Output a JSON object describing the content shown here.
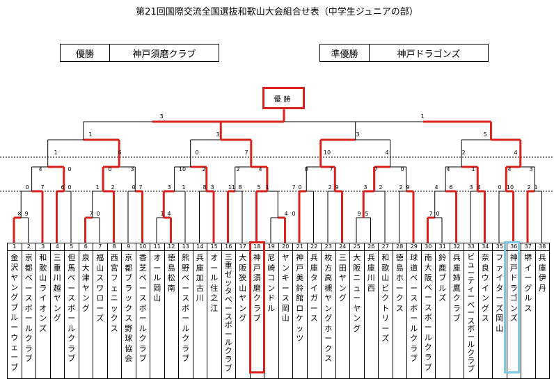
{
  "title": "第21回国際交流全国選抜和歌山大会組合せ表（中学生ジュニアの部）",
  "results": {
    "winner_label": "優勝",
    "winner_team": "神戸須磨クラブ",
    "runner_label": "準優勝",
    "runner_team": "神戸ドラゴンズ"
  },
  "champion_box": "優勝",
  "colors": {
    "winner_path": "#d9211d",
    "runner_highlight": "#7ec8ea",
    "line": "#000000"
  },
  "teams": [
    {
      "no": "1",
      "name": "金沢ヤングブルーウェーブ"
    },
    {
      "no": "2",
      "name": "京都ベースボールクラブ"
    },
    {
      "no": "3",
      "name": "和歌山ライオンズ"
    },
    {
      "no": "4",
      "name": "三重川越ヤング"
    },
    {
      "no": "5",
      "name": "但馬ベースボールクラブ"
    },
    {
      "no": "6",
      "name": "泉大津ヤング"
    },
    {
      "no": "7",
      "name": "福山スワローズ"
    },
    {
      "no": "8",
      "name": "西宮フェニックス"
    },
    {
      "no": "9",
      "name": "京都ブラックス野球協会"
    },
    {
      "no": "10",
      "name": "香芝ベースボールクラブ"
    },
    {
      "no": "11",
      "name": "オール岡山"
    },
    {
      "no": "12",
      "name": "徳島松南"
    },
    {
      "no": "13",
      "name": "熊野ベースボールクラブ"
    },
    {
      "no": "14",
      "name": "兵庫加古川"
    },
    {
      "no": "15",
      "name": "オール住之江"
    },
    {
      "no": "16",
      "name": "三重ゼッタベースボールクラブ"
    },
    {
      "no": "17",
      "name": "大阪狭山ヤング"
    },
    {
      "no": "18",
      "name": "神戸須磨クラブ"
    },
    {
      "no": "19",
      "name": "尼崎コンドル"
    },
    {
      "no": "20",
      "name": "ヤンキース岡山"
    },
    {
      "no": "21",
      "name": "神戸美鈴館ロケッツ"
    },
    {
      "no": "22",
      "name": "兵庫タイガース"
    },
    {
      "no": "23",
      "name": "枚方高槻ヤングホークス"
    },
    {
      "no": "24",
      "name": "三田ヤング"
    },
    {
      "no": "25",
      "name": "大阪ニューヤング"
    },
    {
      "no": "26",
      "name": "兵庫川西"
    },
    {
      "no": "27",
      "name": "和歌山ビクトリーズ"
    },
    {
      "no": "28",
      "name": "徳島ホークス"
    },
    {
      "no": "29",
      "name": "球道ベースボールクラブ"
    },
    {
      "no": "30",
      "name": "南大阪ベースボールクラブ"
    },
    {
      "no": "31",
      "name": "鈴鹿ブルズ"
    },
    {
      "no": "32",
      "name": "兵庫姉鷹クラブ"
    },
    {
      "no": "33",
      "name": "ビューティーベースボールクラブ"
    },
    {
      "no": "34",
      "name": "奈良ウイングス"
    },
    {
      "no": "35",
      "name": "ファイターズ岡山"
    },
    {
      "no": "36",
      "name": "神戸ドラゴンズ"
    },
    {
      "no": "37",
      "name": "堺イーグルス"
    },
    {
      "no": "38",
      "name": "兵庫伊丹"
    }
  ],
  "scores": [
    {
      "v": "3",
      "k": "f1"
    },
    {
      "v": "1",
      "k": "f2"
    },
    {
      "v": "1",
      "k": "s1"
    },
    {
      "v": "3",
      "k": "s2"
    },
    {
      "v": "3",
      "k": "s3"
    },
    {
      "v": "5",
      "k": "s4"
    },
    {
      "v": "1",
      "k": "q1"
    },
    {
      "v": "6",
      "k": "q2"
    },
    {
      "v": "0",
      "k": "q3"
    },
    {
      "v": "7",
      "k": "q4"
    },
    {
      "v": "10",
      "k": "q5"
    },
    {
      "v": "4",
      "k": "q6"
    },
    {
      "v": "2",
      "k": "q7"
    },
    {
      "v": "4",
      "k": "q8"
    },
    {
      "v": "4",
      "k": "r1"
    },
    {
      "v": "0",
      "k": "r2"
    },
    {
      "v": "0",
      "k": "r3"
    },
    {
      "v": "3",
      "k": "r4"
    },
    {
      "v": "10",
      "k": "r5"
    },
    {
      "v": "2",
      "k": "r6"
    },
    {
      "v": "2",
      "k": "r7"
    },
    {
      "v": "4",
      "k": "r8"
    },
    {
      "v": "0",
      "k": "r9"
    },
    {
      "v": "7",
      "k": "r10"
    },
    {
      "v": "7",
      "k": "r11"
    },
    {
      "v": "0",
      "k": "r12"
    },
    {
      "v": "4",
      "k": "r13"
    },
    {
      "v": "1",
      "k": "r14"
    },
    {
      "v": "4",
      "k": "r15"
    },
    {
      "v": "3",
      "k": "r16"
    },
    {
      "v": "0",
      "k": "a1"
    },
    {
      "v": "7",
      "k": "a2"
    },
    {
      "v": "6",
      "k": "a3"
    },
    {
      "v": "0",
      "k": "a4"
    },
    {
      "v": "1",
      "k": "a5"
    },
    {
      "v": "2",
      "k": "a6"
    },
    {
      "v": "0",
      "k": "a7"
    },
    {
      "v": "7",
      "k": "a8"
    },
    {
      "v": "3",
      "k": "a9"
    },
    {
      "v": "1",
      "k": "a10"
    },
    {
      "v": "8",
      "k": "a11"
    },
    {
      "v": "3",
      "k": "a12"
    },
    {
      "v": "11",
      "k": "a13"
    },
    {
      "v": "8",
      "k": "a14"
    },
    {
      "v": "5",
      "k": "a15"
    },
    {
      "v": "1",
      "k": "a16"
    },
    {
      "v": "7",
      "k": "a17"
    },
    {
      "v": "0",
      "k": "a18"
    },
    {
      "v": "2",
      "k": "a19"
    },
    {
      "v": "9",
      "k": "a20"
    },
    {
      "v": "3",
      "k": "a21"
    },
    {
      "v": "2",
      "k": "a22"
    },
    {
      "v": "2",
      "k": "a23"
    },
    {
      "v": "9",
      "k": "a24"
    },
    {
      "v": "4",
      "k": "a25"
    },
    {
      "v": "6",
      "k": "a26"
    },
    {
      "v": "3",
      "k": "a27"
    },
    {
      "v": "4",
      "k": "a28"
    },
    {
      "v": "0",
      "k": "a29"
    },
    {
      "v": "10",
      "k": "a30"
    },
    {
      "v": "2",
      "k": "a31"
    },
    {
      "v": "1",
      "k": "a32"
    },
    {
      "v": "※",
      "k": "p1"
    },
    {
      "v": "9",
      "k": "p2"
    },
    {
      "v": "7",
      "k": "p3"
    },
    {
      "v": "0",
      "k": "p4"
    },
    {
      "v": "1",
      "k": "p5"
    },
    {
      "v": "4",
      "k": "p6"
    },
    {
      "v": "4",
      "k": "p7"
    },
    {
      "v": "0",
      "k": "p8"
    },
    {
      "v": "9",
      "k": "p9"
    },
    {
      "v": "5",
      "k": "p10"
    },
    {
      "v": "7",
      "k": "p11"
    },
    {
      "v": "0",
      "k": "p12"
    }
  ]
}
